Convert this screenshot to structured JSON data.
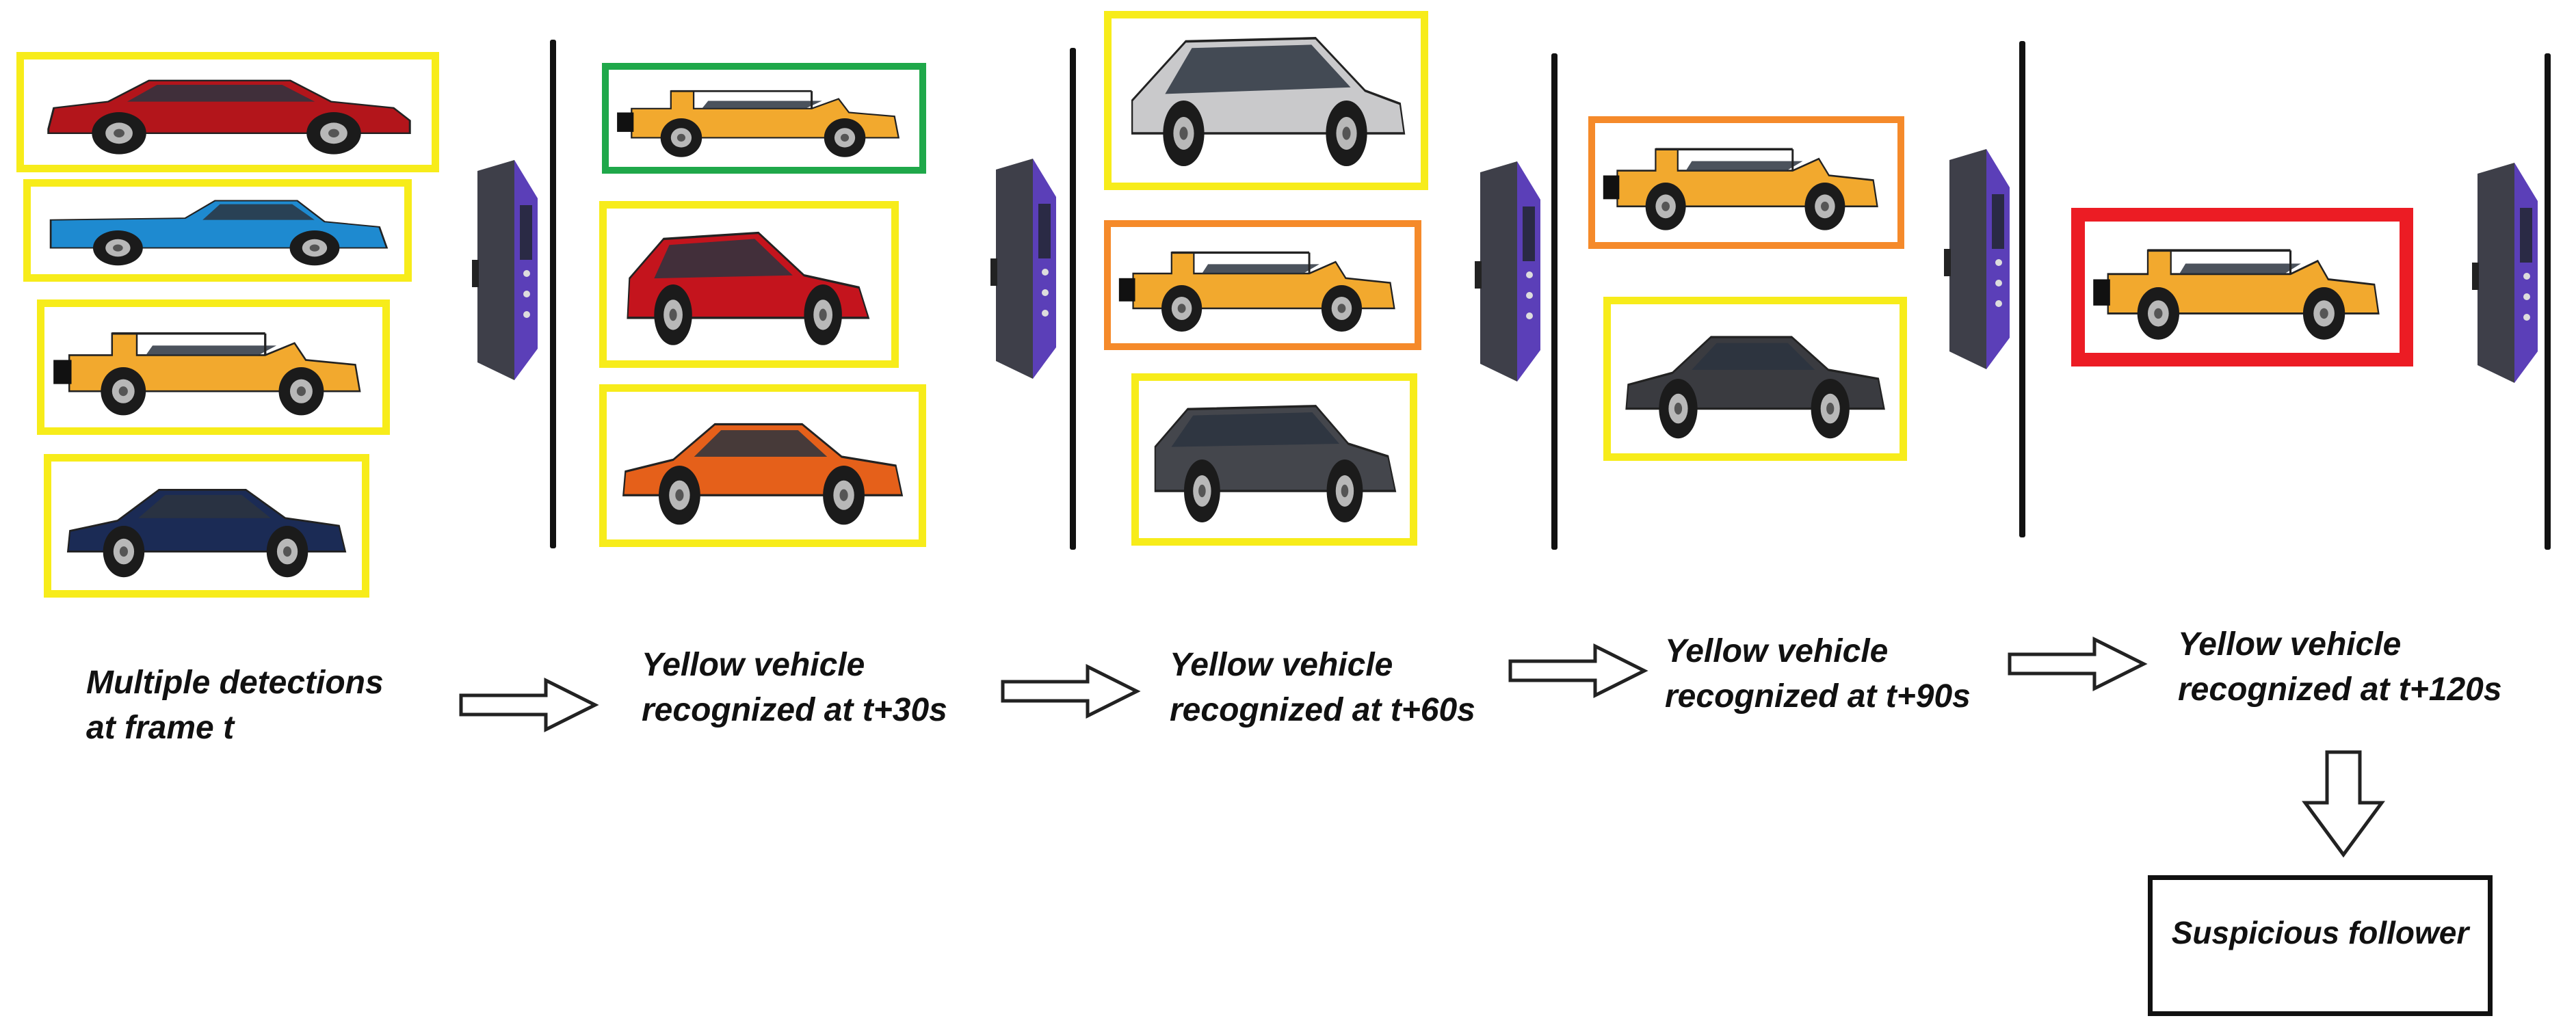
{
  "colors": {
    "yellow_box": "#f7ec1a",
    "green_box": "#1fa84a",
    "orange_box": "#f58a2a",
    "red_box": "#ec1c24",
    "divider": "#111111",
    "camera_body": "#3e3f49",
    "camera_face": "#5b3fb8"
  },
  "icons": {
    "camera": "surveillance-camera-icon",
    "arrow_right": "hollow-right-arrow-icon",
    "arrow_down": "hollow-down-arrow-icon"
  },
  "stages": [
    {
      "caption_line1": "Multiple detections",
      "caption_line2": "at frame t",
      "vehicles": [
        {
          "kind": "suv",
          "body": "#b3151b",
          "box": "yellow"
        },
        {
          "kind": "pickup",
          "body": "#1e8ad0",
          "box": "yellow"
        },
        {
          "kind": "jeep",
          "body": "#f2a92e",
          "box": "yellow"
        },
        {
          "kind": "sedan",
          "body": "#1b2b55",
          "box": "yellow"
        }
      ]
    },
    {
      "caption_line1": "Yellow vehicle",
      "caption_line2": "recognized at t+30s",
      "vehicles": [
        {
          "kind": "jeep",
          "body": "#f2a92e",
          "box": "green"
        },
        {
          "kind": "hatch",
          "body": "#c4141d",
          "box": "yellow"
        },
        {
          "kind": "sedan",
          "body": "#e5601a",
          "box": "yellow"
        }
      ]
    },
    {
      "caption_line1": "Yellow vehicle",
      "caption_line2": "recognized at t+60s",
      "vehicles": [
        {
          "kind": "minivan",
          "body": "#c9c9cb",
          "box": "yellow"
        },
        {
          "kind": "jeep",
          "body": "#f2a92e",
          "box": "orange"
        },
        {
          "kind": "wagon",
          "body": "#44464c",
          "box": "yellow"
        }
      ]
    },
    {
      "caption_line1": "Yellow vehicle",
      "caption_line2": "recognized at t+90s",
      "vehicles": [
        {
          "kind": "jeep",
          "body": "#f2a92e",
          "box": "orange"
        },
        {
          "kind": "sedan",
          "body": "#3a3b40",
          "box": "yellow"
        }
      ]
    },
    {
      "caption_line1": "Yellow vehicle",
      "caption_line2": "recognized at t+120s",
      "vehicles": [
        {
          "kind": "jeep",
          "body": "#f2a92e",
          "box": "red"
        }
      ]
    }
  ],
  "result_label": "Suspicious follower"
}
